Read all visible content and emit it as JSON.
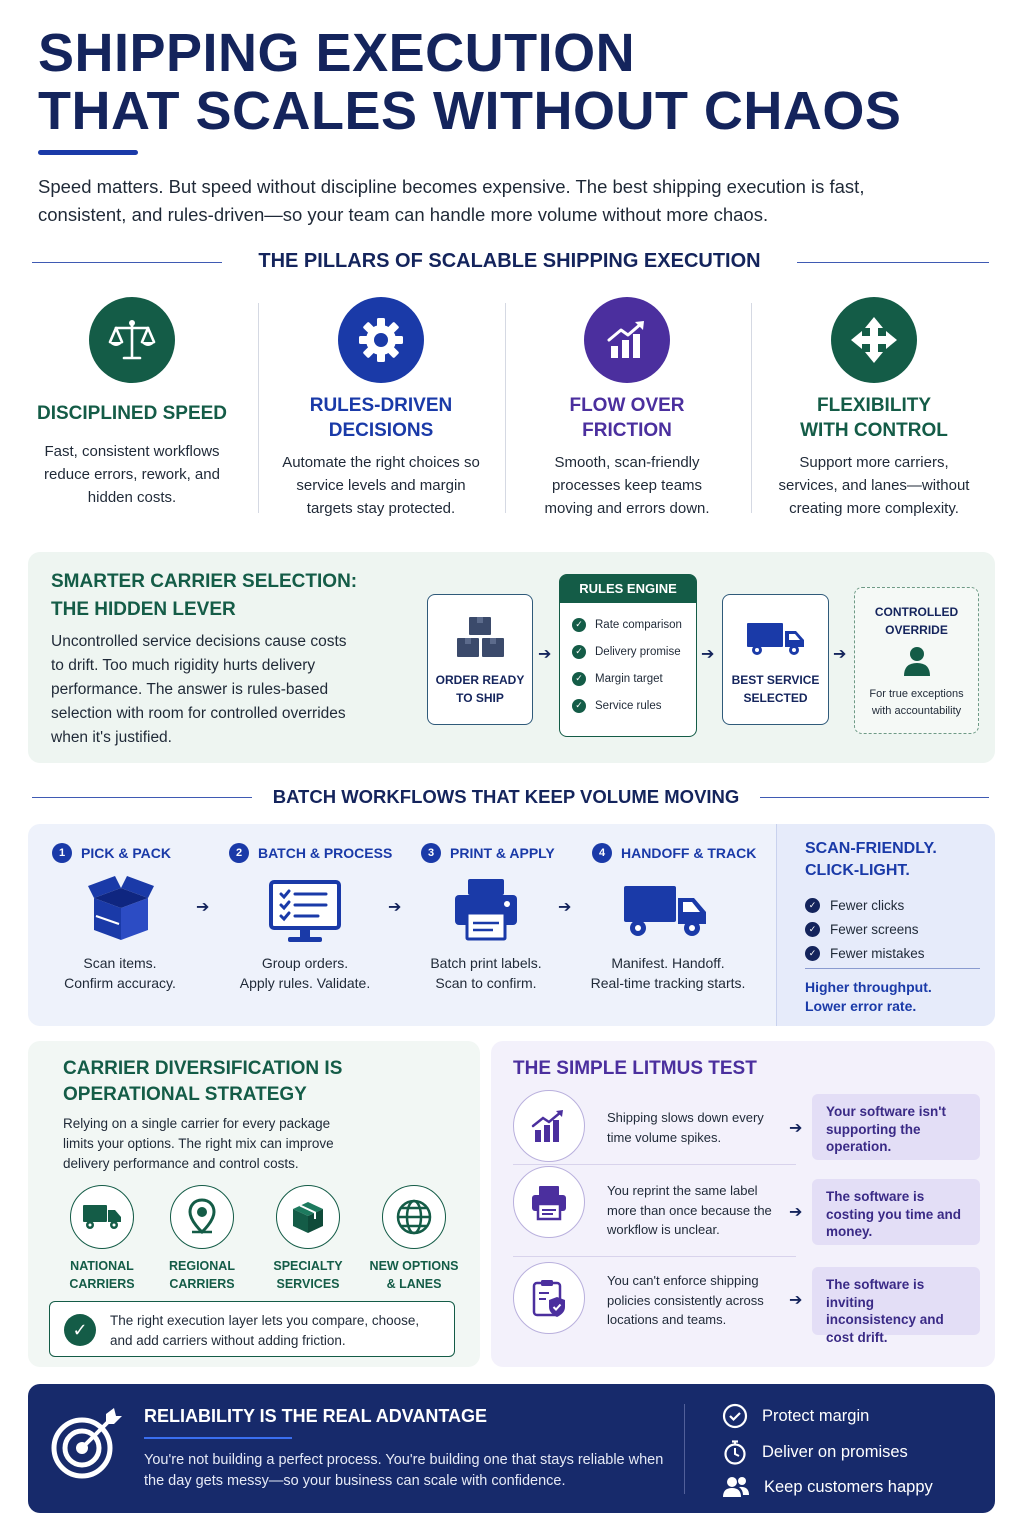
{
  "header": {
    "title_line1": "SHIPPING EXECUTION",
    "title_line2": "THAT SCALES WITHOUT CHAOS",
    "intro": "Speed matters. But speed without discipline becomes expensive. The best shipping execution is fast, consistent, and rules-driven—so your team can handle more volume without more chaos."
  },
  "pillars": {
    "heading": "THE PILLARS OF SCALABLE SHIPPING EXECUTION",
    "items": [
      {
        "icon": "scales-icon",
        "title": "DISCIPLINED SPEED",
        "text": "Fast, consistent workflows reduce errors, rework, and hidden costs.",
        "color": "#145c47"
      },
      {
        "icon": "gear-icon",
        "title1": "RULES-DRIVEN",
        "title2": "DECISIONS",
        "text": "Automate the right choices so service levels and margin targets stay protected.",
        "color": "#1a3aa8"
      },
      {
        "icon": "growth-chart-icon",
        "title1": "FLOW OVER",
        "title2": "FRICTION",
        "text": "Smooth, scan-friendly processes keep teams moving and errors down.",
        "color": "#4b2f9e"
      },
      {
        "icon": "move-arrows-icon",
        "title1": "FLEXIBILITY",
        "title2": "WITH CONTROL",
        "text": "Support more carriers, services, and lanes—without creating more complexity.",
        "color": "#145c47"
      }
    ]
  },
  "carrier_selection": {
    "title1": "SMARTER CARRIER SELECTION:",
    "title2": "THE HIDDEN LEVER",
    "text": "Uncontrolled service decisions cause costs to drift. Too much rigidity hurts delivery performance. The answer is rules-based selection with room for controlled overrides when it's justified.",
    "order_label1": "ORDER READY",
    "order_label2": "TO SHIP",
    "engine_title": "RULES ENGINE",
    "engine_items": [
      "Rate comparison",
      "Delivery promise",
      "Margin target",
      "Service rules"
    ],
    "best_label1": "BEST SERVICE",
    "best_label2": "SELECTED",
    "override_title1": "CONTROLLED",
    "override_title2": "OVERRIDE",
    "override_text1": "For true exceptions",
    "override_text2": "with accountability"
  },
  "batch": {
    "heading": "BATCH WORKFLOWS THAT KEEP VOLUME MOVING",
    "steps": [
      {
        "num": "1",
        "title": "PICK & PACK",
        "line1": "Scan items.",
        "line2": "Confirm accuracy.",
        "icon": "open-box-icon"
      },
      {
        "num": "2",
        "title": "BATCH & PROCESS",
        "line1": "Group orders.",
        "line2": "Apply rules. Validate.",
        "icon": "monitor-checklist-icon"
      },
      {
        "num": "3",
        "title": "PRINT & APPLY",
        "line1": "Batch print labels.",
        "line2": "Scan to confirm.",
        "icon": "printer-icon"
      },
      {
        "num": "4",
        "title": "HANDOFF & TRACK",
        "line1": "Manifest. Handoff.",
        "line2": "Real-time tracking starts.",
        "icon": "truck-icon"
      }
    ],
    "scan_title1": "SCAN-FRIENDLY.",
    "scan_title2": "CLICK-LIGHT.",
    "scan_items": [
      "Fewer clicks",
      "Fewer screens",
      "Fewer mistakes"
    ],
    "scan_footer1": "Higher throughput.",
    "scan_footer2": "Lower error rate."
  },
  "diversification": {
    "title1": "CARRIER DIVERSIFICATION IS",
    "title2": "OPERATIONAL STRATEGY",
    "text": "Relying on a single carrier for every package limits your options. The right mix can improve delivery performance and control costs.",
    "carriers": [
      {
        "icon": "truck-icon",
        "line1": "NATIONAL",
        "line2": "CARRIERS"
      },
      {
        "icon": "map-pin-icon",
        "line1": "REGIONAL",
        "line2": "CARRIERS"
      },
      {
        "icon": "package-icon",
        "line1": "SPECIALTY",
        "line2": "SERVICES"
      },
      {
        "icon": "globe-icon",
        "line1": "NEW OPTIONS",
        "line2": "& LANES"
      }
    ],
    "note": "The right execution layer lets you compare, choose, and add carriers without adding friction."
  },
  "litmus": {
    "title": "THE SIMPLE LITMUS TEST",
    "rows": [
      {
        "icon": "growth-chart-icon",
        "text": "Shipping slows down every time volume spikes.",
        "verdict": "Your software isn't supporting the operation."
      },
      {
        "icon": "printer-icon",
        "text": "You reprint the same label more than once because the workflow is unclear.",
        "verdict": "The software is costing you time and money."
      },
      {
        "icon": "clipboard-shield-icon",
        "text": "You can't enforce shipping policies consistently across locations and teams.",
        "verdict": "The software is inviting inconsistency and cost drift."
      }
    ]
  },
  "footer": {
    "title": "RELIABILITY IS THE REAL ADVANTAGE",
    "text": "You're not building a perfect process. You're building one that stays reliable when the day gets messy—so your business can scale with confidence.",
    "items": [
      {
        "icon": "check-circle-icon",
        "label": "Protect margin"
      },
      {
        "icon": "stopwatch-icon",
        "label": "Deliver on promises"
      },
      {
        "icon": "people-icon",
        "label": "Keep customers happy"
      }
    ]
  },
  "colors": {
    "navy": "#14245c",
    "green": "#145c47",
    "blue": "#1a3aa8",
    "purple": "#4b2f9e",
    "footer_bg": "#172a6b"
  }
}
